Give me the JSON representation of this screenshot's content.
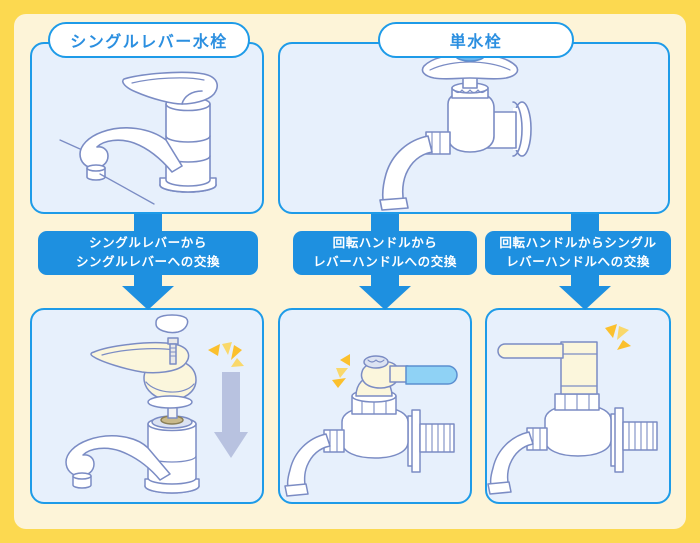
{
  "theme": {
    "frame_color": "#FCD950",
    "card_color": "#FDF4D8",
    "panel_fill": "#E7F0FC",
    "panel_border": "#1E9BE8",
    "chip_fill": "#FFFFFF",
    "chip_text": "#2B8FE0",
    "arrow_color": "#1E90E0",
    "arrow_text": "#FFFFFF",
    "metal_line": "#7B8CC4",
    "metal_fill": "#FFFFFF",
    "highlight_cream": "#FBF6DC",
    "handle_blue": "#8FD2F5",
    "spark_yellow": "#FBC02D",
    "down_arrow_gray": "#B8C2E0"
  },
  "diagram": {
    "title_chips": [
      {
        "id": "single-lever-faucet",
        "label": "シングルレバー水栓"
      },
      {
        "id": "single-tap",
        "label": "単水栓"
      }
    ],
    "top_panels": [
      {
        "id": "top-single-lever",
        "illustration": "single-lever-mixer-faucet"
      },
      {
        "id": "top-single-tap",
        "illustration": "wall-mounted-rotary-tap"
      }
    ],
    "arrows": [
      {
        "id": "arrow-single-to-single",
        "lines": [
          "シングルレバーから",
          "シングルレバーへの交換"
        ]
      },
      {
        "id": "arrow-rotary-to-lever",
        "lines": [
          "回転ハンドルから",
          "レバーハンドルへの交換"
        ]
      },
      {
        "id": "arrow-rotary-to-single-lever",
        "lines": [
          "回転ハンドルからシングル",
          "レバーハンドルへの交換"
        ]
      }
    ],
    "bottom_panels": [
      {
        "id": "bottom-lever-exploded",
        "illustration": "single-lever-faucet-exploded-replacement"
      },
      {
        "id": "bottom-blue-lever-tap",
        "illustration": "tap-with-blue-lever-handle"
      },
      {
        "id": "bottom-single-lever-tap",
        "illustration": "tap-with-single-lever-handle"
      }
    ]
  }
}
